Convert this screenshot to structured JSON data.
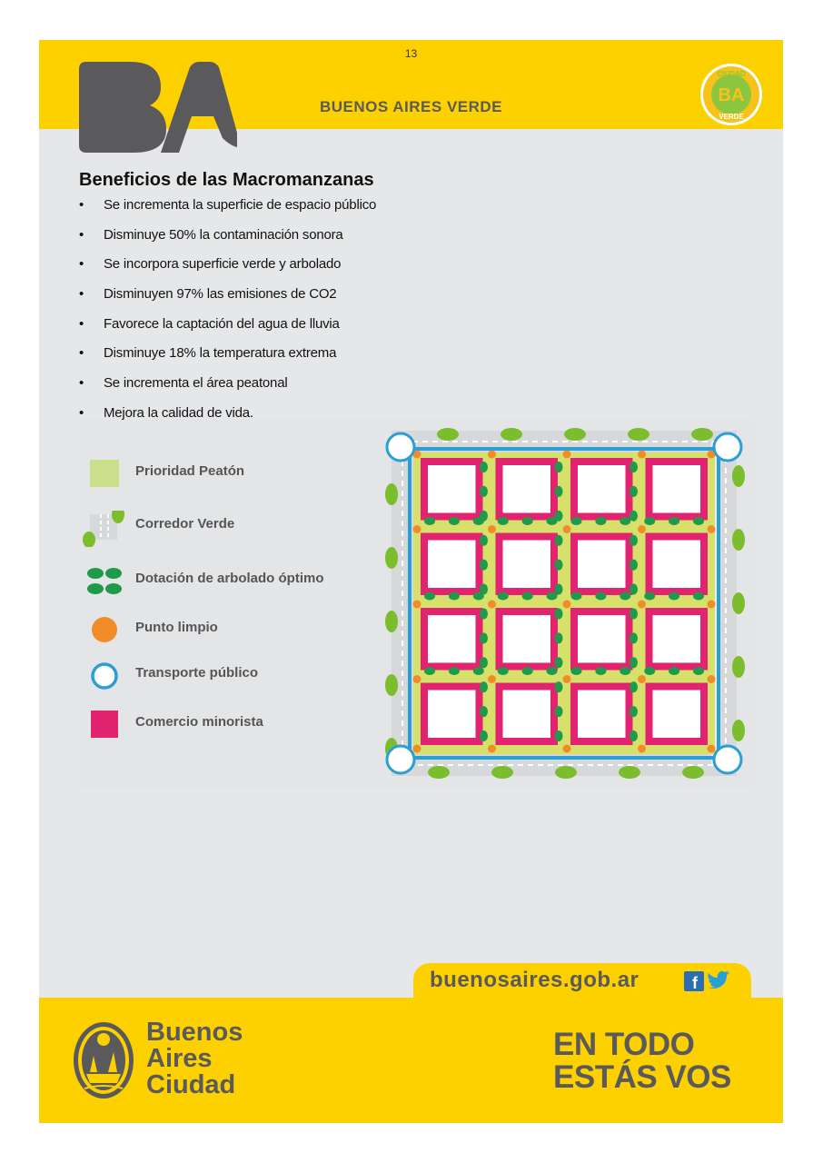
{
  "header": {
    "page_number": "13",
    "logo_text": "BA",
    "title": "BUENOS AIRES VERDE",
    "badge_text": [
      "CIUDAD",
      "BA",
      "VERDE"
    ]
  },
  "section": {
    "title": "Beneficios de las Macromanzanas",
    "benefits": [
      "Se incrementa la superficie de espacio público",
      "Disminuye 50% la contaminación sonora",
      "Se incorpora superficie verde y arbolado",
      "Disminuyen 97% las emisiones de CO2",
      "Favorece la captación del agua de lluvia",
      "Disminuye 18% la temperatura extrema",
      "Se incrementa el área peatonal",
      "Mejora la calidad de vida."
    ]
  },
  "legend": [
    {
      "label": "Prioridad Peatón",
      "icon": "pedestrian-priority-icon",
      "color": "#c9df8a"
    },
    {
      "label": "Corredor Verde",
      "icon": "green-corridor-icon",
      "color": "#7cbd2d"
    },
    {
      "label": "Dotación de arbolado óptimo",
      "icon": "trees-icon",
      "color": "#1f9a4a"
    },
    {
      "label": "Punto limpio",
      "icon": "clean-point-icon",
      "color": "#f28c28"
    },
    {
      "label": "Transporte público",
      "icon": "public-transport-icon",
      "color": "#2a9fd6"
    },
    {
      "label": "Comercio minorista",
      "icon": "retail-icon",
      "color": "#e2236f"
    }
  ],
  "colors": {
    "brand_yellow": "#fdd000",
    "brand_gray": "#5a5a5c",
    "pedestrian": "#d6e06a",
    "tree": "#1f9a4a",
    "ellipse_green": "#7cbd2d",
    "retail": "#e2236f",
    "transport": "#2a9fd6",
    "clean_point": "#f28c28"
  },
  "footer": {
    "url": "buenosaires.gob.ar",
    "social": [
      "facebook-icon",
      "twitter-icon"
    ],
    "city_name": [
      "Buenos",
      "Aires",
      "Ciudad"
    ],
    "slogan": [
      "EN TODO",
      "ESTÁS VOS"
    ]
  }
}
